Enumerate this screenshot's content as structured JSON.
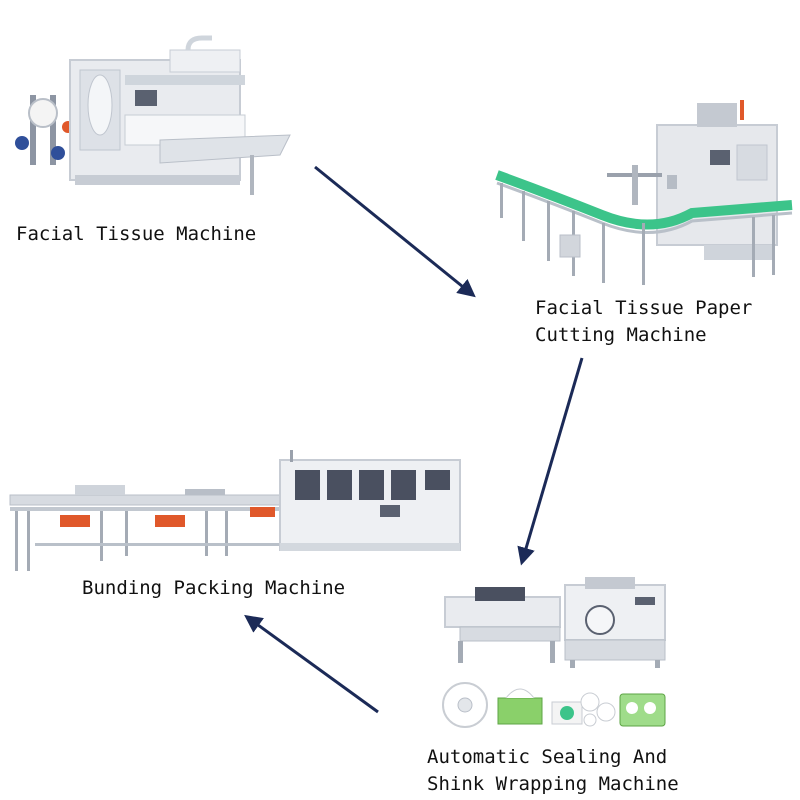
{
  "colors": {
    "arrow": "#1b2a57",
    "machine_body": "#e9ebef",
    "machine_shadow": "#c7ccd4",
    "panel": "#5a6170",
    "accent_red": "#e0582a",
    "conveyor_green": "#3cc48a",
    "window_dark": "#4a5060"
  },
  "steps": [
    {
      "label_lines": [
        "Facial Tissue Machine"
      ]
    },
    {
      "label_lines": [
        "Facial Tissue Paper",
        "Cutting Machine"
      ]
    },
    {
      "label_lines": [
        "Automatic Sealing And",
        "Shink Wrapping Machine"
      ]
    },
    {
      "label_lines": [
        "Bunding Packing Machine"
      ]
    }
  ],
  "flow": [
    {
      "from": 0,
      "to": 1,
      "icon": "arrow-right-down"
    },
    {
      "from": 1,
      "to": 2,
      "icon": "arrow-down-left"
    },
    {
      "from": 2,
      "to": 3,
      "icon": "arrow-up-left"
    }
  ],
  "products": [
    {
      "icon": "toilet-roll-icon"
    },
    {
      "icon": "facial-tissue-box-icon"
    },
    {
      "icon": "tissue-pack-icon"
    },
    {
      "icon": "roll-bundle-icon"
    },
    {
      "icon": "wrapped-pack-icon"
    }
  ]
}
